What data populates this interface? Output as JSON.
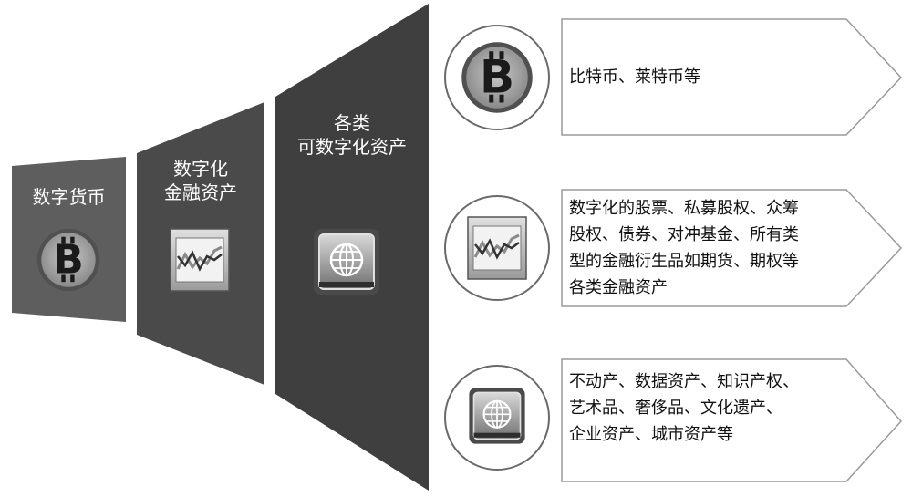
{
  "left_panels": [
    {
      "label_lines": [
        "数字货币"
      ],
      "icon": "bitcoin-icon"
    },
    {
      "label_lines": [
        "数字化",
        "金融资产"
      ],
      "icon": "chart-icon"
    },
    {
      "label_lines": [
        "各类",
        "可数字化资产"
      ],
      "icon": "globe-icon"
    }
  ],
  "rows": [
    {
      "icon": "bitcoin-icon",
      "text_lines": [
        "比特币、莱特币等"
      ]
    },
    {
      "icon": "chart-icon",
      "text_lines": [
        "数字化的股票、私募股权、众筹",
        "股权、债券、对冲基金、所有类",
        "型的金融衍生品如期货、期权等",
        "各类金融资产"
      ]
    },
    {
      "icon": "globe-icon",
      "text_lines": [
        "不动产、数据资产、知识产权、",
        "艺术品、奢侈品、文化遗产、",
        "企业资产、城市资产等"
      ]
    }
  ],
  "colors": {
    "panel_1": "#5e5e5e",
    "panel_2": "#4a4a4a",
    "panel_3": "#3f3f3f",
    "arrow_border": "#9a9a9a",
    "circle_border": "#6a6a6a"
  }
}
